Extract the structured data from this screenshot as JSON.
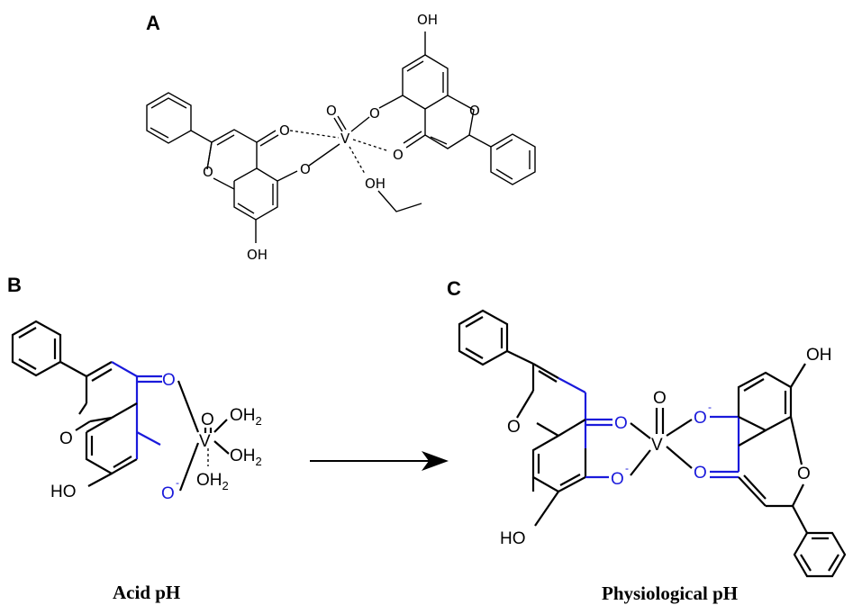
{
  "panels": {
    "a": {
      "label": "A",
      "atoms": {
        "oh_top": "OH",
        "oh_bottom": "OH",
        "o_ring_left": "O",
        "o_ring_right": "O",
        "o_carbonyl_left": "O",
        "o_carbonyl_right": "O",
        "o_phenolate_left": "O",
        "o_phenolate_right": "O",
        "o_vanadyl": "O",
        "metal": "V",
        "oh_ethanol": "OH"
      }
    },
    "b": {
      "label": "B",
      "caption": "Acid pH",
      "atoms": {
        "o_ring": "O",
        "o_carbonyl": "O",
        "o_phenolate": "O",
        "o_vanadyl": "O",
        "metal": "V",
        "oh2_1": "OH",
        "oh2_2": "OH",
        "oh2_3": "OH",
        "ho": "HO",
        "sub2": "2",
        "minus": "-"
      }
    },
    "c": {
      "label": "C",
      "caption": "Physiological pH",
      "atoms": {
        "o_ring_left": "O",
        "o_ring_right": "O",
        "o_carbonyl_left": "O",
        "o_carbonyl_right": "O",
        "o_phenolate_left": "O",
        "o_phenolate_right": "O",
        "o_vanadyl": "O",
        "metal": "V",
        "oh": "OH",
        "ho": "HO",
        "minus": "-"
      }
    }
  },
  "colors": {
    "bond": "#000000",
    "highlight": "#1a1adb",
    "background": "#ffffff"
  }
}
